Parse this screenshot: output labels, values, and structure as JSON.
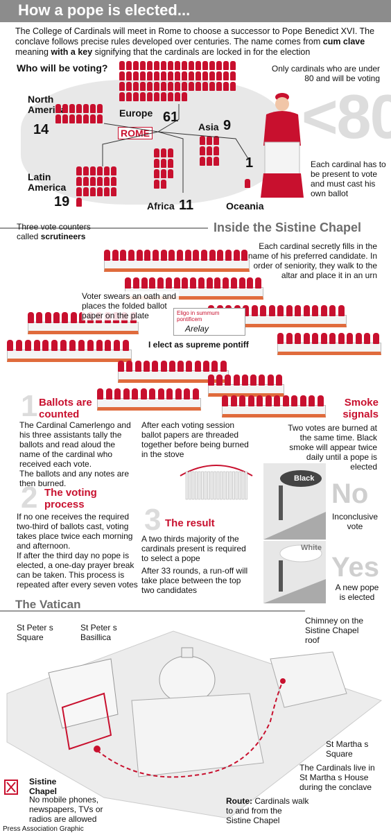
{
  "header": {
    "title": "How a pope is elected..."
  },
  "intro": {
    "line1": "The College of Cardinals will meet in Rome to choose a successor to Pope Benedict XVI. The",
    "line2": "conclave follows precise rules developed over centuries. The name comes from",
    "cum_clave": "cum clave",
    "meaning": "meaning",
    "with_a_key": "with a key",
    "line3_end": "signifying that the cardinals are locked in for the election"
  },
  "voting": {
    "heading": "Who will be voting?",
    "under80_note": "Only cardinals who are under 80 and will be voting",
    "under80_big": "<80",
    "each_cardinal": "Each cardinal has to be present to vote and must cast his own ballot",
    "rome": "ROME",
    "regions": [
      {
        "name": "North America",
        "count": "14"
      },
      {
        "name": "Europe",
        "count": "61"
      },
      {
        "name": "Asia",
        "count": "9"
      },
      {
        "name": "Latin America",
        "count": "19"
      },
      {
        "name": "Africa",
        "count": "11"
      },
      {
        "name": "Oceania",
        "count": "1"
      }
    ]
  },
  "chapel": {
    "heading": "Inside the Sistine Chapel",
    "scrutineers_pre": "Three vote counters called",
    "scrutineers": "scrutineers",
    "secretly": "Each cardinal secretly fills in the name of his preferred candidate. In order of seniority, they walk to the altar and place it in an urn",
    "voter_swears": "Voter swears an oath and places the folded ballot paper on the plate",
    "ballot_latin": "Eligo in summum pontificem",
    "ballot_sig": "Arelay",
    "elect_caption": "I elect as supreme pontiff"
  },
  "steps": {
    "s1": {
      "num": "1",
      "title": "Ballots are counted",
      "text1": "The Cardinal Camerlengo and his three assistants tally the ballots and read aloud the name of the cardinal who received each vote.",
      "text2": "The ballots and any notes are then burned."
    },
    "s2": {
      "num": "2",
      "title": "The voting process",
      "text1": "If no one receives the required two-third of ballots cast, voting takes place twice each morning and afternoon.",
      "text2": "If after the third day no pope is elected, a one-day prayer break can be taken. This process is repeated after every seven votes"
    },
    "s3": {
      "num": "3",
      "title": "The result",
      "text1": "A two thirds majority of the cardinals present is required to select a pope",
      "text2": "After 33 rounds, a run-off will take place between the top two candidates"
    },
    "thread": "After each voting session ballot papers are threaded together before being burned in the stove"
  },
  "smoke": {
    "title": "Smoke signals",
    "text": "Two votes are burned at the same time. Black smoke will appear twice daily until a pope is elected",
    "black": "Black",
    "no": "No",
    "inconclusive": "Inconclusive vote",
    "white": "White",
    "yes": "Yes",
    "new_pope": "A new pope is elected"
  },
  "vatican": {
    "heading": "The Vatican",
    "st_peters_square": "St Peter s Square",
    "st_peters_basilica": "St Peter s Basillica",
    "chimney": "Chimney on the Sistine Chapel roof",
    "st_martha_square": "St Martha s Square",
    "cardinals_live": "The Cardinals live in St Martha s House during the conclave",
    "sistine_title": "Sistine Chapel",
    "sistine_text": "No mobile phones, newspapers, TVs or radios are allowed",
    "route_label": "Route:",
    "route_text": "Cardinals walk to and from the Sistine Chapel"
  },
  "footer": {
    "credit": "Press Association Graphic"
  },
  "colors": {
    "accent": "#c8102e",
    "gray": "#8c8c8c"
  }
}
